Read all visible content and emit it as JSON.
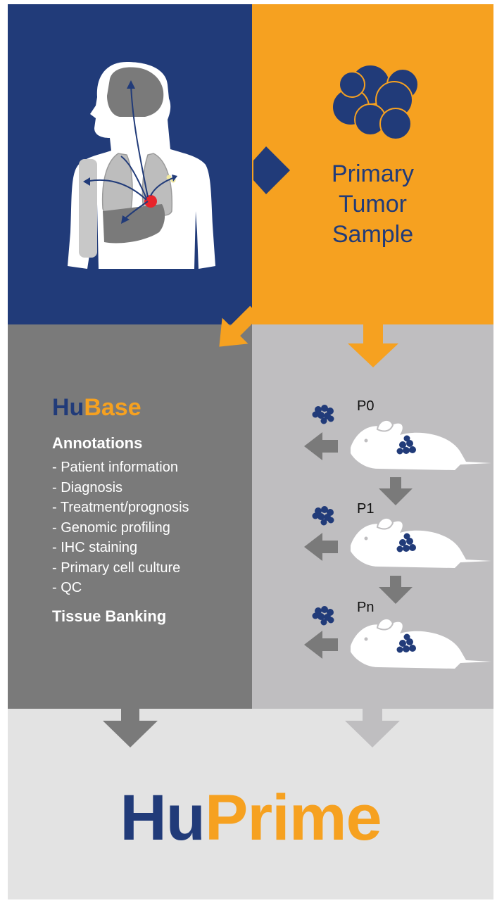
{
  "tumor_label": [
    "Primary",
    "Tumor",
    "Sample"
  ],
  "hubase": {
    "title_part1": "Hu",
    "title_part2": "Base",
    "annotations_heading": "Annotations",
    "annotations": [
      "- Patient information",
      "- Diagnosis",
      "- Treatment/prognosis",
      "- Genomic profiling",
      "- IHC staining",
      "- Primary cell culture",
      "- QC"
    ],
    "banking_heading": "Tissue Banking"
  },
  "passages": [
    "P0",
    "P1",
    "Pn"
  ],
  "huprime": {
    "part1": "Hu",
    "part2": "Prime"
  },
  "colors": {
    "navy": "#213b79",
    "orange": "#f6a120",
    "dark_gray": "#7a7a7a",
    "light_gray": "#bfbec0",
    "pale_gray": "#e3e3e3"
  }
}
